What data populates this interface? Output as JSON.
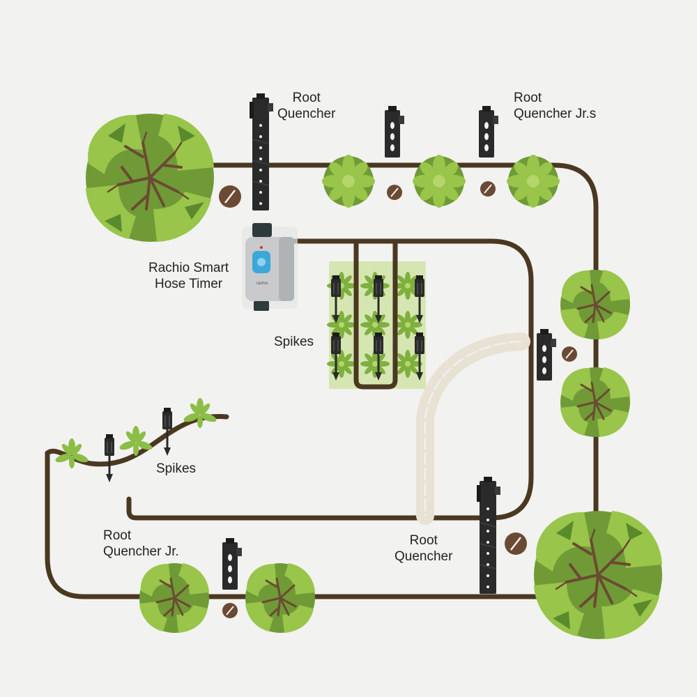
{
  "labels": {
    "root_quencher_top": [
      "Root",
      "Quencher"
    ],
    "root_quencher_jrs_top": [
      "Root",
      "Quencher Jr.s"
    ],
    "timer": [
      "Rachio Smart",
      "Hose Timer"
    ],
    "spikes_center": "Spikes",
    "spikes_left": "Spikes",
    "root_quencher_jr_bottom": [
      "Root",
      "Quencher Jr."
    ],
    "root_quencher_bottom": [
      "Root",
      "Quencher"
    ]
  },
  "timer_brand": "rachio",
  "colors": {
    "background": "#f2f2f0",
    "hose": "#4a3820",
    "leaf_dark": "#6f9a36",
    "leaf_light": "#98c54a",
    "trunk": "#6b4a33",
    "bed": "#d6e6b2",
    "path_stone": "#e8e2d4",
    "device": "#2a2a2a",
    "plug": "#6b4a33",
    "timer_body": "#b9bcbf",
    "timer_screen": "#3aa8d8"
  },
  "icons": [
    "tree-icon",
    "shrub-icon",
    "root-quencher-icon",
    "root-quencher-jr-icon",
    "spike-icon",
    "hose-plug-icon",
    "smart-hose-timer-icon"
  ]
}
